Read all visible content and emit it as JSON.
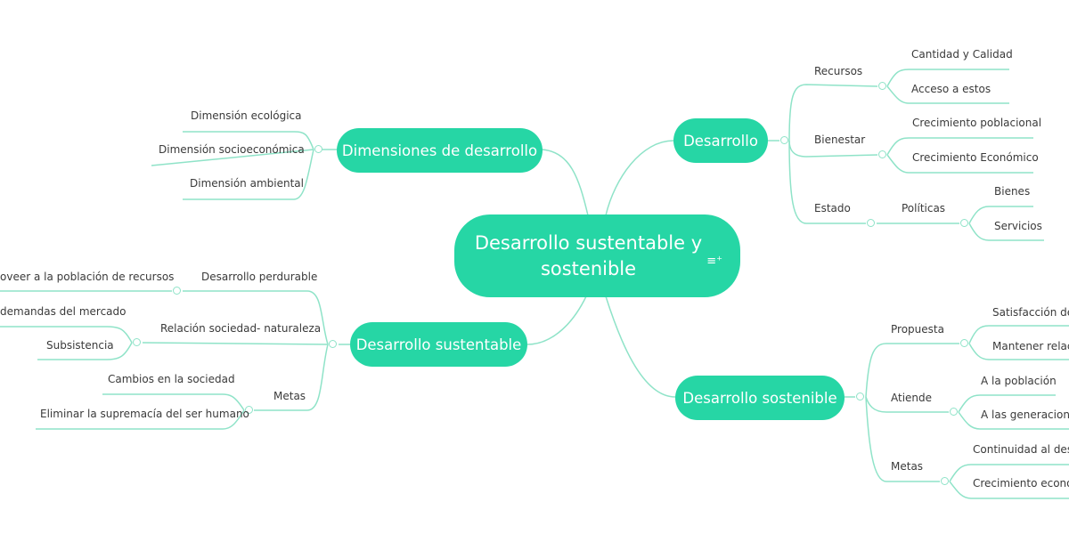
{
  "central": {
    "title": "Desarrollo sustentable y sostenible",
    "note_icon": "note-icon"
  },
  "branches": {
    "dimensiones": {
      "label": "Dimensiones de desarrollo",
      "items": [
        "Dimensión ecológica",
        "Dimensión socioeconómica",
        "Dimensión ambiental"
      ]
    },
    "desarrollo": {
      "label": "Desarrollo",
      "recursos": {
        "label": "Recursos",
        "items": [
          "Cantidad y Calidad",
          "Acceso a estos"
        ]
      },
      "bienestar": {
        "label": "Bienestar",
        "items": [
          "Crecimiento poblacional",
          "Crecimiento Económico"
        ]
      },
      "estado": {
        "label": "Estado",
        "politicas": {
          "label": "Políticas",
          "items": [
            "Bienes",
            "Servicios"
          ]
        }
      }
    },
    "sustentable": {
      "label": "Desarrollo sustentable",
      "perdurable": {
        "label": "Desarrollo perdurable",
        "items": [
          "oveer a la población de recursos"
        ]
      },
      "relacion": {
        "label": "Relación sociedad- naturaleza",
        "items": [
          "demandas del mercado",
          "Subsistencia"
        ]
      },
      "metas": {
        "label": "Metas",
        "items": [
          "Cambios en la sociedad",
          "Eliminar la supremacía del ser humano"
        ]
      }
    },
    "sostenible": {
      "label": "Desarrollo sostenible",
      "propuesta": {
        "label": "Propuesta",
        "items": [
          "Satisfacción de",
          "Mantener relacio"
        ]
      },
      "atiende": {
        "label": "Atiende",
        "items": [
          "A la población",
          "A las generaciones"
        ]
      },
      "metas": {
        "label": "Metas",
        "items": [
          "Continuidad al desar",
          "Crecimiento económ"
        ]
      }
    }
  },
  "colors": {
    "node": "#26d6a5",
    "line": "#8fe3c8",
    "text": "#3a3a3a"
  }
}
